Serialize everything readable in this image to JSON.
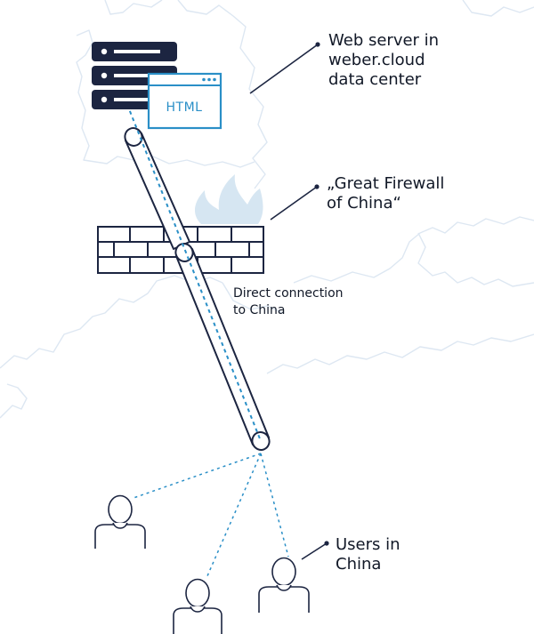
{
  "labels": {
    "webserver": [
      "Web server in",
      "weber.cloud",
      "data center"
    ],
    "firewall": [
      "„Great Firewall",
      "of China“"
    ],
    "connection": [
      "Direct connection",
      "to China"
    ],
    "users": [
      "Users in",
      "China"
    ]
  },
  "browser_window_text": "HTML",
  "colors": {
    "dark": "#1c2541",
    "accent": "#2a8fc7",
    "map_outline": "#dde7f2",
    "flame": "#d6e6f2"
  },
  "icons": [
    "server-icon",
    "browser-window-icon",
    "firewall-wall-icon",
    "flame-icon",
    "tunnel-pipe-icon",
    "user-icon"
  ]
}
